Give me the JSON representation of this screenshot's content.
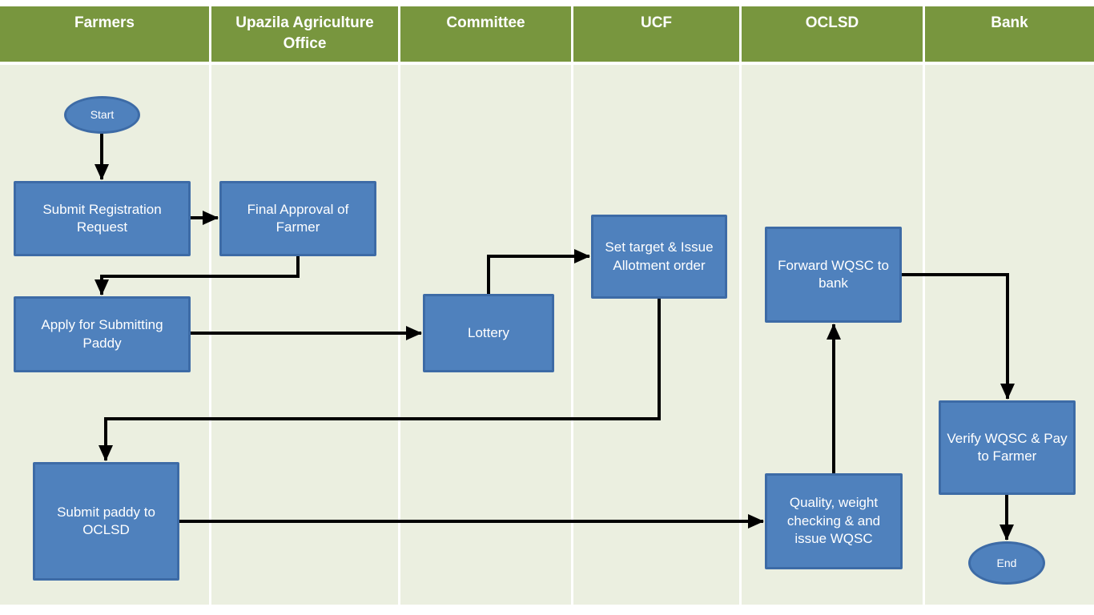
{
  "diagram": {
    "type": "swimlane-flowchart",
    "lanes": [
      {
        "label": "Farmers"
      },
      {
        "label": "Upazila Agriculture Office"
      },
      {
        "label": "Committee"
      },
      {
        "label": "UCF"
      },
      {
        "label": "OCLSD"
      },
      {
        "label": "Bank"
      }
    ],
    "nodes": {
      "start": {
        "label": "Start",
        "shape": "ellipse",
        "lane": "Farmers"
      },
      "submit_registration": {
        "label": "Submit Registration Request",
        "shape": "rect",
        "lane": "Farmers"
      },
      "final_approval": {
        "label": "Final Approval of Farmer",
        "shape": "rect",
        "lane": "Upazila Agriculture Office"
      },
      "apply_paddy": {
        "label": "Apply for Submitting Paddy",
        "shape": "rect",
        "lane": "Farmers"
      },
      "lottery": {
        "label": "Lottery",
        "shape": "rect",
        "lane": "Committee"
      },
      "set_target": {
        "label": "Set target & Issue Allotment order",
        "shape": "rect",
        "lane": "UCF"
      },
      "submit_paddy": {
        "label": "Submit paddy to OCLSD",
        "shape": "rect",
        "lane": "Farmers"
      },
      "quality_check": {
        "label": "Quality, weight checking & and issue WQSC",
        "shape": "rect",
        "lane": "OCLSD"
      },
      "forward_wqsc": {
        "label": "Forward WQSC to bank",
        "shape": "rect",
        "lane": "OCLSD"
      },
      "verify_pay": {
        "label": "Verify WQSC & Pay to Farmer",
        "shape": "rect",
        "lane": "Bank"
      },
      "end": {
        "label": "End",
        "shape": "ellipse",
        "lane": "Bank"
      }
    },
    "edges": [
      {
        "from": "start",
        "to": "submit_registration"
      },
      {
        "from": "submit_registration",
        "to": "final_approval"
      },
      {
        "from": "final_approval",
        "to": "apply_paddy"
      },
      {
        "from": "apply_paddy",
        "to": "lottery"
      },
      {
        "from": "lottery",
        "to": "set_target"
      },
      {
        "from": "set_target",
        "to": "submit_paddy"
      },
      {
        "from": "submit_paddy",
        "to": "quality_check"
      },
      {
        "from": "quality_check",
        "to": "forward_wqsc"
      },
      {
        "from": "forward_wqsc",
        "to": "verify_pay"
      },
      {
        "from": "verify_pay",
        "to": "end"
      }
    ],
    "colors": {
      "page_bg": "#FFFFFF",
      "header_bg": "#78963E",
      "header_text": "#FFFFFF",
      "lane_bg": "#EBEFE0",
      "node_fill": "#4F81BD",
      "node_border": "#3D6BA6",
      "node_text": "#FFFFFF",
      "arrow": "#000000"
    }
  }
}
